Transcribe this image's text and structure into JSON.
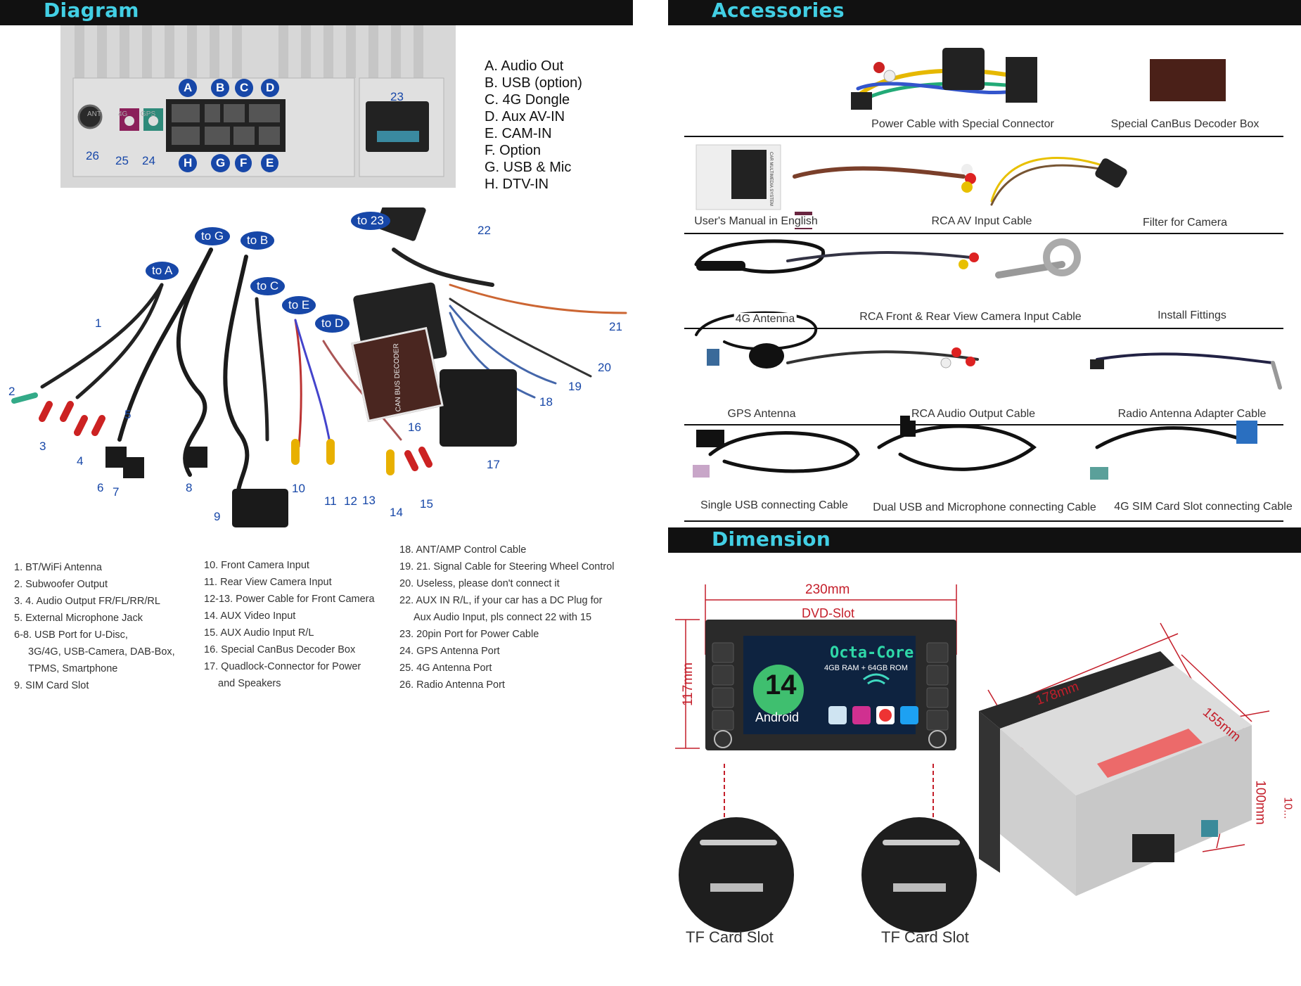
{
  "sections": {
    "diagram": "Diagram",
    "accessories": "Accessories",
    "dimension": "Dimension"
  },
  "rear_panel": {
    "connector_letters": [
      "A",
      "B",
      "C",
      "D",
      "H",
      "G",
      "F",
      "E"
    ],
    "port_numbers": [
      "26",
      "25",
      "24",
      "23"
    ],
    "port_small_labels": [
      "ANT",
      "4G",
      "GPS"
    ]
  },
  "port_legend": [
    "A. Audio Out",
    "B. USB (option)",
    "C. 4G Dongle",
    "D. Aux AV-IN",
    "E. CAM-IN",
    "F. Option",
    "G. USB & Mic",
    "H. DTV-IN"
  ],
  "cable_tags": [
    "to A",
    "to G",
    "to B",
    "to C",
    "to E",
    "to D",
    "to 23"
  ],
  "cable_numbers": [
    "1",
    "2",
    "3",
    "4",
    "5",
    "6",
    "7",
    "8",
    "9",
    "10",
    "11",
    "12",
    "13",
    "14",
    "15",
    "16",
    "17",
    "18",
    "19",
    "20",
    "21",
    "22"
  ],
  "decoder_box_text": "CAN BUS DECODER",
  "cable_legend": {
    "col1": [
      "1. BT/WiFi Antenna",
      "2. Subwoofer Output",
      "3. 4. Audio Output FR/FL/RR/RL",
      "5. External Microphone Jack",
      "6-8. USB Port for U-Disc,",
      "3G/4G, USB-Camera, DAB-Box,",
      "TPMS, Smartphone",
      "9. SIM Card Slot"
    ],
    "col2": [
      "10. Front Camera Input",
      "11. Rear View Camera Input",
      "12-13. Power Cable for Front Camera",
      "14. AUX Video Input",
      "15. AUX Audio Input R/L",
      "16. Special CanBus Decoder Box",
      "17. Quadlock-Connector for Power",
      "and Speakers"
    ],
    "col3": [
      "18. ANT/AMP Control Cable",
      "19. 21. Signal Cable for Steering Wheel Control",
      "20. Useless, please don't connect it",
      "22. AUX IN R/L, if your car has a DC Plug for",
      "Aux Audio Input, pls connect 22 with 15",
      "23. 20pin Port for Power Cable",
      "24. GPS Antenna Port",
      "25. 4G Antenna Port",
      "26. Radio Antenna Port"
    ]
  },
  "accessories": [
    "Power Cable with Special Connector",
    "Special CanBus Decoder Box",
    "User's Manual in English",
    "RCA AV Input Cable",
    "Filter for Camera",
    "4G Antenna",
    "RCA Front & Rear View Camera Input Cable",
    "Install Fittings",
    "GPS Antenna",
    "RCA Audio Output Cable",
    "Radio Antenna Adapter Cable",
    "Single USB connecting Cable",
    "Dual USB and Microphone connecting Cable",
    "4G SIM Card Slot connecting Cable"
  ],
  "manual_cover_text": "CAR MULTIMEDIA SYSTEM",
  "dimension": {
    "width": "230mm",
    "height": "117mm",
    "dvd_slot": "DVD-Slot",
    "depth_top": "178mm",
    "depth_side": "155mm",
    "body_height": "100mm",
    "cut_off": "10...",
    "screen": {
      "headline": "Octa-Core",
      "spec": "4GB RAM + 64GB ROM",
      "os": "Android",
      "version": "14"
    },
    "tf_slot_left": "TF Card Slot",
    "tf_slot_right": "TF Card Slot"
  },
  "colors": {
    "header_bg": "#111111",
    "header_text": "#42cfe4",
    "badge_blue": "#1747a8",
    "dimension_red": "#c41e2a"
  }
}
